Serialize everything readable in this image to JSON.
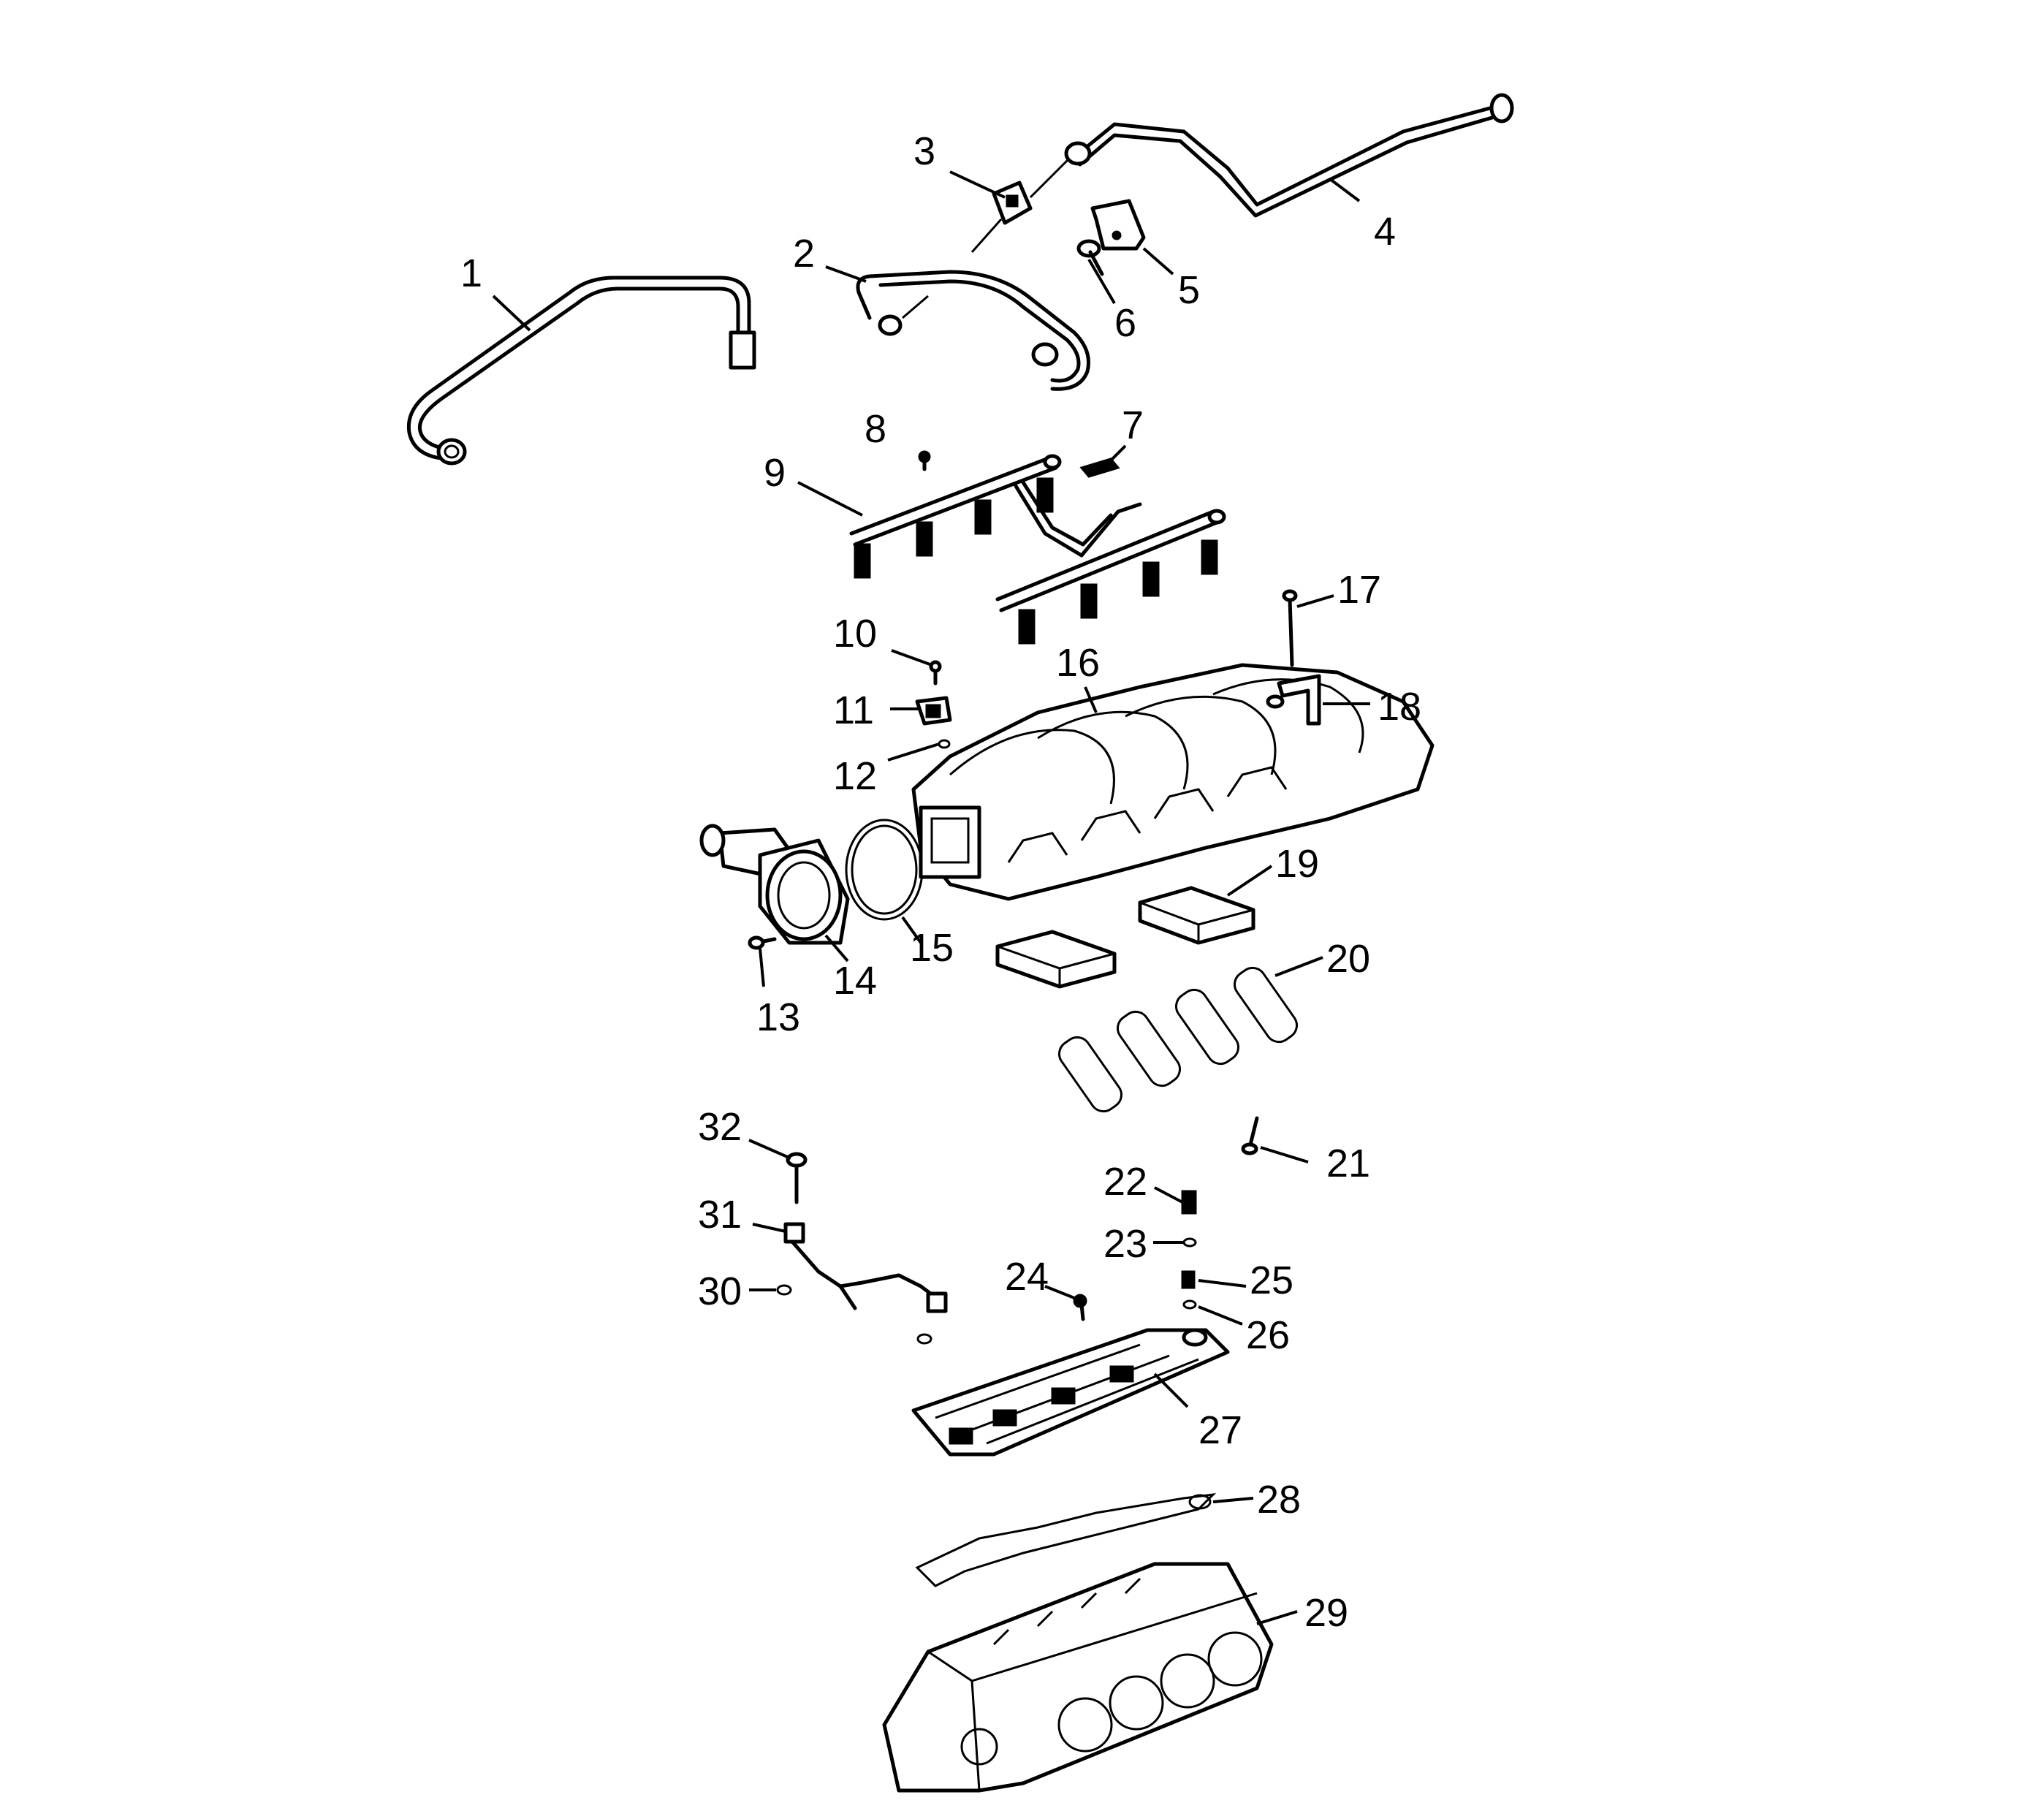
{
  "diagram": {
    "callouts": [
      "1",
      "2",
      "3",
      "4",
      "5",
      "6",
      "7",
      "8",
      "9",
      "10",
      "11",
      "12",
      "13",
      "14",
      "15",
      "16",
      "17",
      "18",
      "19",
      "20",
      "21",
      "22",
      "23",
      "24",
      "25",
      "26",
      "27",
      "28",
      "29",
      "30",
      "31",
      "32"
    ]
  }
}
